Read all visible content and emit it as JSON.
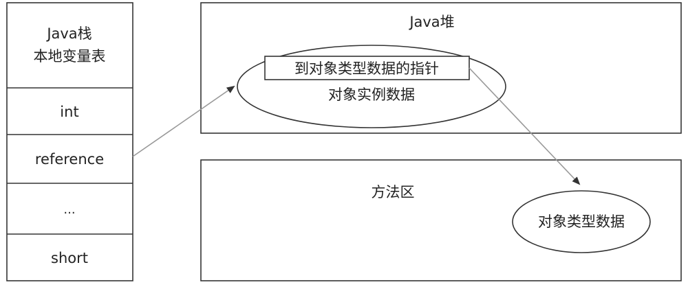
{
  "stack": {
    "header_line1": "Java栈",
    "header_line2": "本地变量表",
    "slots": [
      "int",
      "reference",
      "...",
      "short"
    ]
  },
  "heap": {
    "title": "Java堆",
    "pointer_box": "到对象类型数据的指针",
    "instance_data": "对象实例数据"
  },
  "method_area": {
    "title": "方法区",
    "type_data": "对象类型数据"
  },
  "colors": {
    "border": "#333333",
    "arrow": "#999999",
    "text": "#222222"
  }
}
